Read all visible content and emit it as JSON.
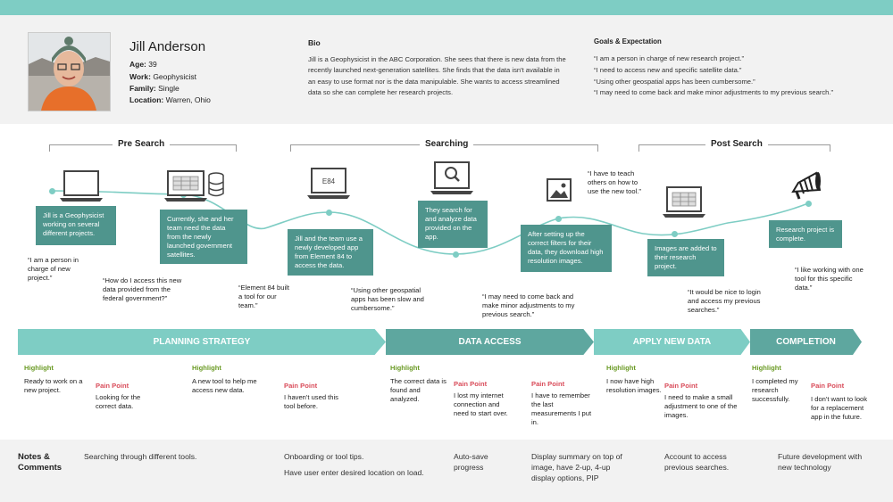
{
  "profile": {
    "name": "Jill Anderson",
    "age_label": "Age:",
    "age": "39",
    "work_label": "Work:",
    "work": "Geophysicist",
    "family_label": "Family:",
    "family": "Single",
    "location_label": "Location:",
    "location": "Warren, Ohio",
    "bio_title": "Bio",
    "bio": "Jill is a Geophysicist in the ABC Corporation. She sees that there is new data from the recently launched next-generation satellites. She finds that the data isn't available in an easy to use format nor is the data manipulable. She wants to access streamlined data so she can complete her research projects.",
    "goals_title": "Goals & Expectation",
    "goals": [
      "“I am a person in charge of new research project.”",
      "“I need to access new and specific satellite data.”",
      "“Using other geospatial apps has been cumbersome.”",
      "“I may need to come back and make minor adjustments to my previous search.”"
    ]
  },
  "stages": {
    "pre": "Pre Search",
    "searching": "Searching",
    "post": "Post Search"
  },
  "laptop_screen_label": "E84",
  "cards": [
    "Jill is a Geophysicist working on several different projects.",
    "Currently, she and her team need the data from the newly launched government satellites.",
    "Jill and the team use a newly developed app from Element 84 to access the data.",
    "They search for and analyze data provided on the app.",
    "After setting up the correct filters for their data, they download high resolution images.",
    "Images are added to their research project.",
    "Research project is complete."
  ],
  "quotes": [
    "“I am a person in charge of new project.”",
    "“How do I access this new data provided from the federal government?”",
    "“Element 84 built a tool for our team.”",
    "“Using other geospatial apps has been slow and cumbersome.”",
    "“I may need to come back and make minor adjustments to my previous search.”",
    "“I have to teach others on how to use the new tool.”",
    "“It would be nice to login and access my previous searches.”",
    "“I like working with one tool for this specific data.”"
  ],
  "phases": [
    "PLANNING STRATEGY",
    "DATA ACCESS",
    "APPLY NEW DATA",
    "COMPLETION"
  ],
  "highlight_label": "Highlight",
  "pain_label": "Pain Point",
  "highlights": [
    "Ready to work on a new project.",
    "A new tool to help me access new data.",
    "The correct data is found and analyzed.",
    "I now have high resolution images.",
    "I completed my research successfully."
  ],
  "pains": [
    "Looking for the correct data.",
    "I haven't used this tool before.",
    "I lost my internet connection and need to start over.",
    "I have to remember the last measurements I put in.",
    "I need to make a small adjustment to one of the images.",
    "I don't want to look for a replacement app in the future."
  ],
  "notes": {
    "title": "Notes & Comments",
    "items": [
      "Searching through different tools.",
      "Onboarding or tool tips.",
      "Have user enter desired location on load.",
      "Auto-save progress",
      "Display summary on top of image, have 2-up, 4-up display options, PIP",
      "Account to access previous searches.",
      "Future development with new technology"
    ]
  },
  "colors": {
    "teal_light": "#7ecdc4",
    "teal_dark": "#4f958d",
    "highlight": "#6a9a24",
    "pain": "#d94c5a"
  }
}
